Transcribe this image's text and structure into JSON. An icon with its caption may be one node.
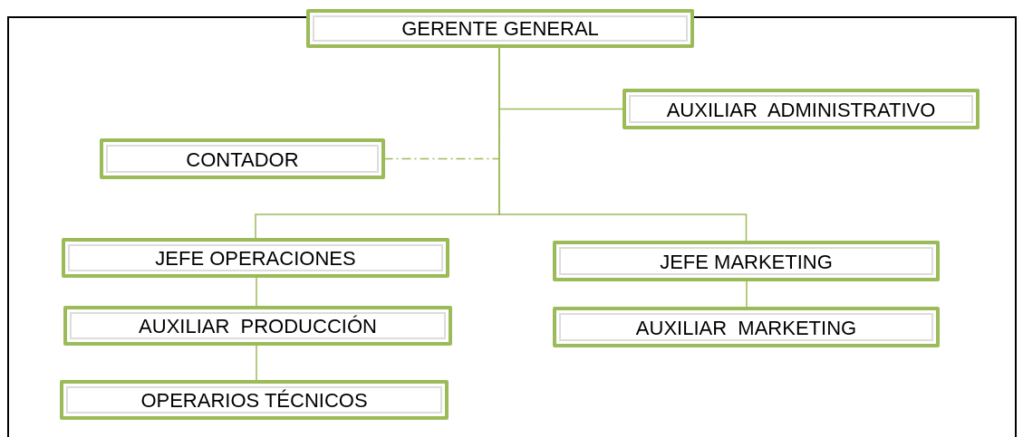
{
  "diagram": {
    "nodes": [
      {
        "text": [
          "GERENTE GENERAL"
        ]
      },
      {
        "text": [
          "AUXILIAR  ADMINISTRATIVO"
        ]
      },
      {
        "text": [
          "CONTADOR"
        ]
      },
      {
        "text": [
          "JEFE OPERACIONES"
        ]
      },
      {
        "text": [
          "JEFE MARKETING"
        ]
      },
      {
        "text": [
          "AUXILIAR  PRODUCCIÓN"
        ]
      },
      {
        "text": [
          "AUXILIAR  MARKETING"
        ]
      },
      {
        "text": [
          "OPERARIOS TÉCNICOS"
        ]
      }
    ],
    "edges": [
      {
        "from": 0,
        "to": 1,
        "arrow": "none"
      },
      {
        "from": 0,
        "to": 2,
        "arrow": "none",
        "style": "dashed"
      },
      {
        "from": 0,
        "to": 3,
        "arrow": "none"
      },
      {
        "from": 0,
        "to": 4,
        "arrow": "none"
      },
      {
        "from": 3,
        "to": 5,
        "arrow": "none"
      },
      {
        "from": 5,
        "to": 7,
        "arrow": "none"
      },
      {
        "from": 4,
        "to": 6,
        "arrow": "none"
      }
    ]
  }
}
